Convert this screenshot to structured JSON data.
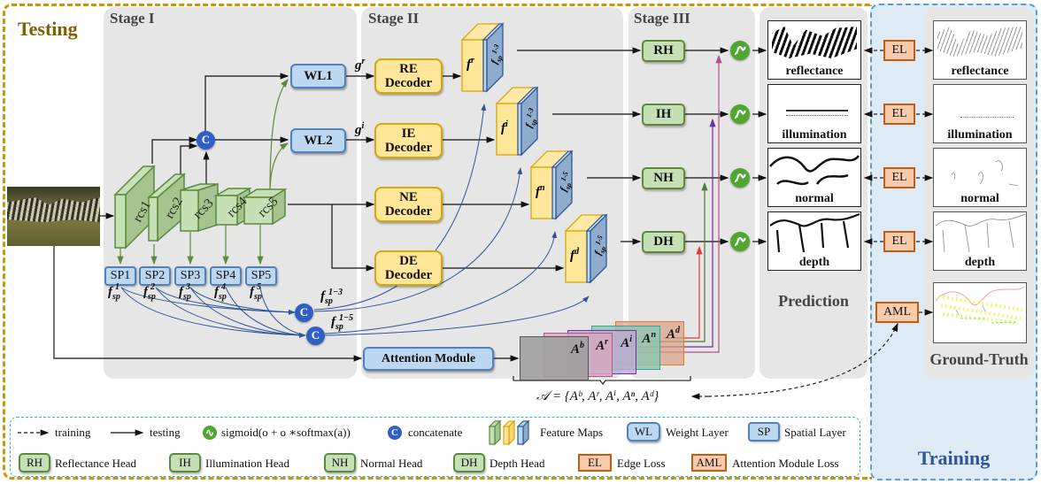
{
  "titles": {
    "testing": "Testing",
    "training": "Training",
    "stage1": "Stage I",
    "stage2": "Stage II",
    "stage3": "Stage III",
    "prediction": "Prediction",
    "ground_truth": "Ground-Truth"
  },
  "colors": {
    "testing_border": "#c9980a",
    "training_border": "#5b9bd5",
    "training_bg": "#deebf7",
    "legend_border": "#1fb5e8",
    "panel_bg": "#e6e6e6",
    "feature_green": "#a9d18e",
    "decoder_yellow": "#ffe699",
    "weight_blue": "#bcd8f0",
    "loss_orange": "#f8cbad",
    "concat_blue": "#2f5fc4",
    "sigmoid_green": "#4ea72e"
  },
  "stage1": {
    "encoders": [
      "rcs1",
      "rcs2",
      "rcs3",
      "rcs4",
      "rcs5"
    ],
    "spatial_layers": [
      "SP1",
      "SP2",
      "SP3",
      "SP4",
      "SP5"
    ],
    "spatial_features": [
      "f_sp^1",
      "f_sp^2",
      "f_sp^3",
      "f_sp^4",
      "f_sp^5"
    ],
    "weight_layers": [
      "WL1",
      "WL2"
    ],
    "weight_outputs": [
      "g^r",
      "g^i"
    ],
    "concat_outputs": [
      "f_sp^{1-3}",
      "f_sp^{1-5}"
    ],
    "concat_symbol": "C"
  },
  "stage2": {
    "decoders": [
      {
        "name": "RE",
        "line2": "Decoder",
        "feature": "f",
        "sup": "r",
        "spatial": "1-3"
      },
      {
        "name": "IE",
        "line2": "Decoder",
        "feature": "f",
        "sup": "i",
        "spatial": "1-3"
      },
      {
        "name": "NE",
        "line2": "Decoder",
        "feature": "f",
        "sup": "n",
        "spatial": "1-5"
      },
      {
        "name": "DE",
        "line2": "Decoder",
        "feature": "f",
        "sup": "d",
        "spatial": "1-5"
      }
    ],
    "attention_module": "Attention Module",
    "attention_maps": [
      "b",
      "r",
      "i",
      "n",
      "d"
    ],
    "attention_set": "𝒜 = {Aᵇ, Aʳ, Aⁱ, Aⁿ, Aᵈ}"
  },
  "stage3": {
    "heads": [
      "RH",
      "IH",
      "NH",
      "DH"
    ]
  },
  "prediction": {
    "items": [
      "reflectance",
      "illumination",
      "normal",
      "depth"
    ]
  },
  "training": {
    "edge_loss": "EL",
    "attention_loss": "AML",
    "ground_truth_items": [
      "reflectance",
      "illumination",
      "normal",
      "depth"
    ]
  },
  "legend": {
    "training": "training",
    "testing": "testing",
    "sigmoid": "sigmoid(o + o ∗softmax(a))",
    "concatenate": "concatenate",
    "feature_maps": "Feature Maps",
    "wl_abbr": "WL",
    "wl_label": "Weight Layer",
    "sp_abbr": "SP",
    "sp_label": "Spatial Layer",
    "rh_abbr": "RH",
    "rh_label": "Reflectance Head",
    "ih_abbr": "IH",
    "ih_label": "Illumination Head",
    "nh_abbr": "NH",
    "nh_label": "Normal Head",
    "dh_abbr": "DH",
    "dh_label": "Depth Head",
    "el_abbr": "EL",
    "el_label": "Edge Loss",
    "aml_abbr": "AML",
    "aml_label": "Attention Module Loss"
  }
}
